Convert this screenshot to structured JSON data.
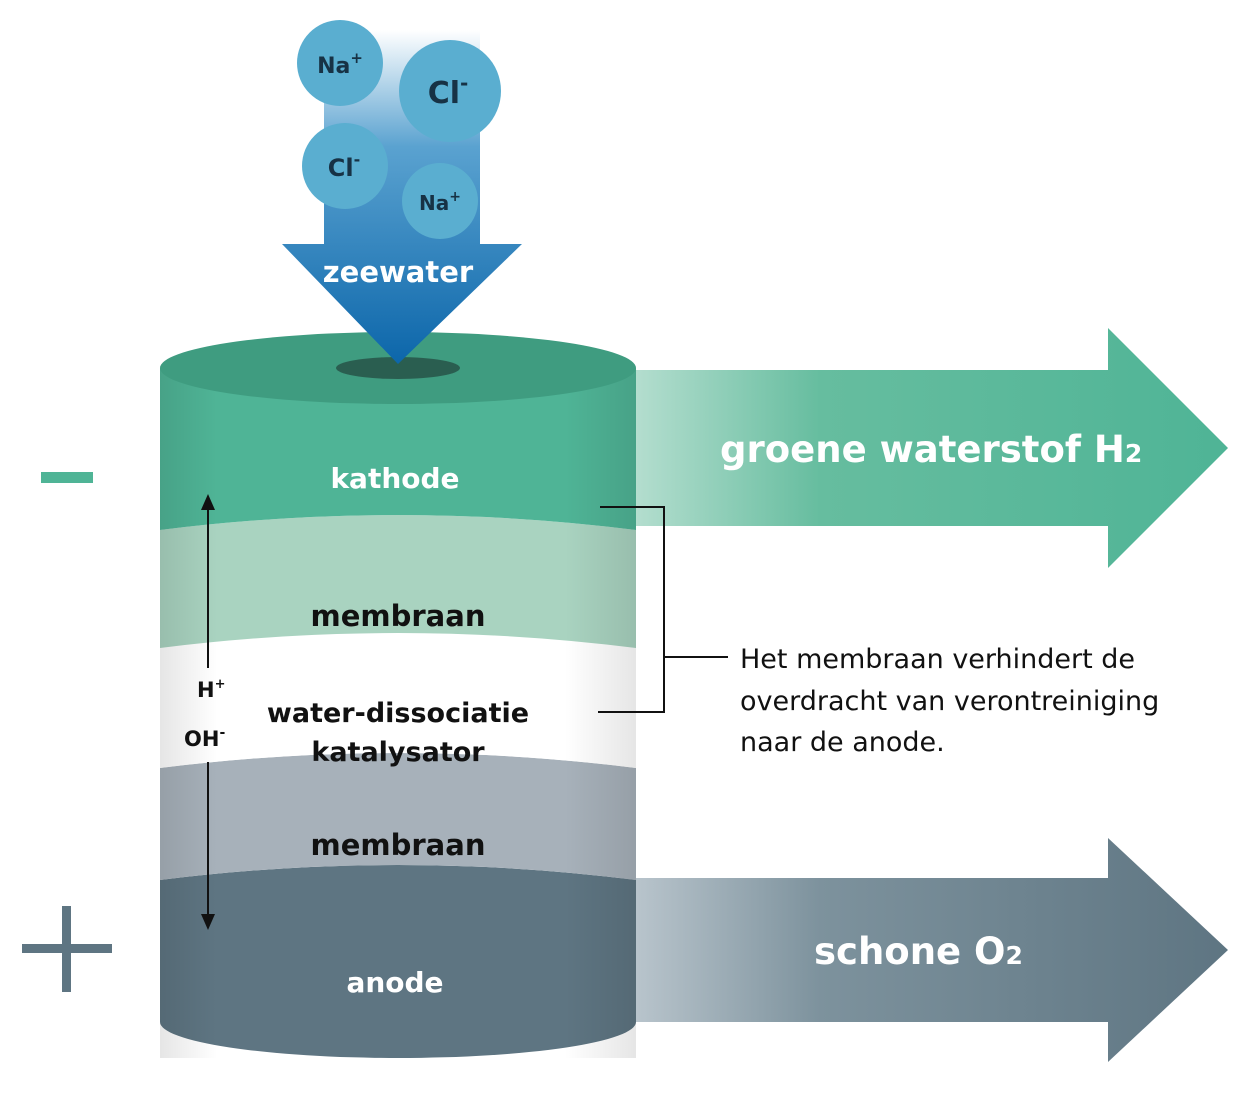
{
  "feed": {
    "label": "zeewater",
    "ions": [
      {
        "base": "Na",
        "sup": "+"
      },
      {
        "base": "Cl",
        "sup": "-"
      },
      {
        "base": "Cl",
        "sup": "-"
      },
      {
        "base": "Na",
        "sup": "+"
      }
    ]
  },
  "layers": {
    "cathode": "kathode",
    "membrane_top": "membraan",
    "catalyst_line1": "water-dissociatie",
    "catalyst_line2": "katalysator",
    "membrane_bottom": "membraan",
    "anode": "anode"
  },
  "ions_inner": {
    "h_base": "H",
    "h_sup": "+",
    "oh_base": "OH",
    "oh_sup": "-"
  },
  "poles": {
    "negative": "−",
    "positive": "+"
  },
  "outputs": {
    "hydrogen": {
      "text": "groene waterstof H",
      "sub": "2"
    },
    "oxygen": {
      "text": "schone O",
      "sub": "2"
    }
  },
  "note": {
    "line1": "Het membraan verhindert de",
    "line2": "overdracht van verontreiniging",
    "line3": "naar de anode."
  },
  "colors": {
    "green": "#4fb496",
    "green_dark": "#3f9c80",
    "green_light": "#a9d3c0",
    "blue": "#1170b0",
    "ion_blue": "#5aaed0",
    "grey": "#a7b1ba",
    "slate": "#5e7582"
  }
}
